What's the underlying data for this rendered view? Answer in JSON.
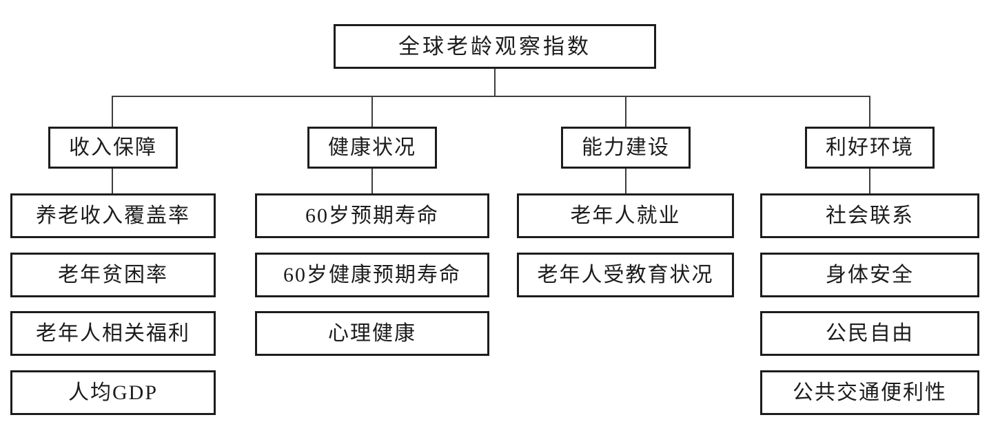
{
  "diagram": {
    "root_label": "全球老龄观察指数",
    "categories": [
      {
        "label": "收入保障",
        "children": [
          "养老收入覆盖率",
          "老年贫困率",
          "老年人相关福利",
          "人均GDP"
        ]
      },
      {
        "label": "健康状况",
        "children": [
          "60岁预期寿命",
          "60岁健康预期寿命",
          "心理健康"
        ]
      },
      {
        "label": "能力建设",
        "children": [
          "老年人就业",
          "老年人受教育状况"
        ]
      },
      {
        "label": "利好环境",
        "children": [
          "社会联系",
          "身体安全",
          "公民自由",
          "公共交通便利性"
        ]
      }
    ],
    "colors": {
      "box_border": "#1c1c1c",
      "connector_line": "#3d3d3d",
      "background": "#ffffff",
      "text": "#1c1c1c"
    }
  }
}
